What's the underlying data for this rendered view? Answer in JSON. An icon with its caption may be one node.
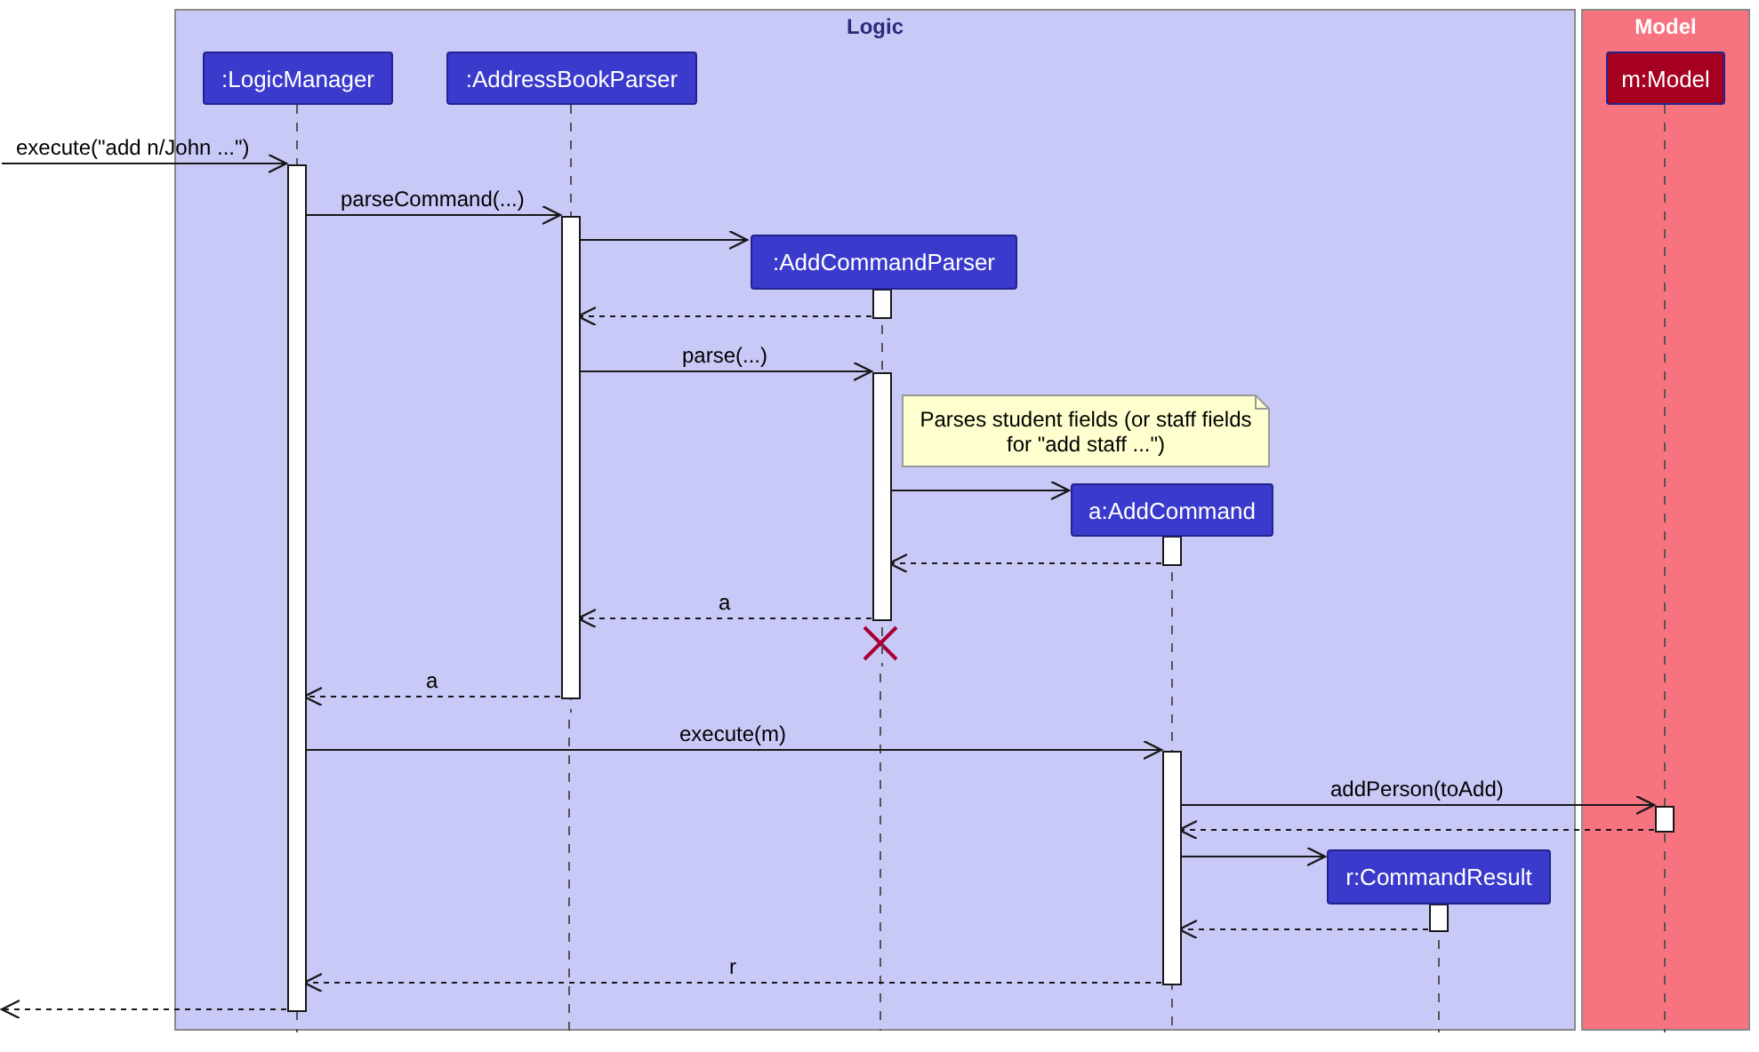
{
  "diagram": {
    "nodes": [
      {
        "text": [
          "Logic"
        ]
      },
      {
        "text": [
          "Model"
        ]
      },
      {
        "text": [
          ":LogicManager"
        ],
        "in": 0
      },
      {
        "text": [
          ":AddressBookParser"
        ],
        "in": 0
      },
      {
        "text": [
          ":AddCommandParser"
        ],
        "in": 0
      },
      {
        "text": [
          "Parses student fields (or staff fields for \"add staff ...\")"
        ],
        "in": 0
      },
      {
        "text": [
          "a:AddCommand"
        ],
        "in": 0
      },
      {
        "text": [
          "r:CommandResult"
        ],
        "in": 0
      },
      {
        "text": [
          "m:Model"
        ],
        "in": 1
      }
    ],
    "edges": [
      {
        "from": null,
        "to": 2,
        "arrow": "to",
        "label": "execute(\"add n/John ...\")"
      },
      {
        "from": 2,
        "to": 3,
        "arrow": "to",
        "label": "parseCommand(...)"
      },
      {
        "from": 3,
        "to": 4,
        "arrow": "to"
      },
      {
        "from": 4,
        "to": 3,
        "arrow": "to",
        "style": "dashed"
      },
      {
        "from": 3,
        "to": 4,
        "arrow": "to",
        "label": "parse(...)"
      },
      {
        "from": 4,
        "to": 6,
        "arrow": "to"
      },
      {
        "from": 6,
        "to": 4,
        "arrow": "to",
        "style": "dashed"
      },
      {
        "from": 4,
        "to": 3,
        "arrow": "to",
        "label": "a",
        "style": "dashed"
      },
      {
        "from": 3,
        "to": 2,
        "arrow": "to",
        "label": "a",
        "style": "dashed"
      },
      {
        "from": 2,
        "to": 6,
        "arrow": "to",
        "label": "execute(m)"
      },
      {
        "from": 6,
        "to": 8,
        "arrow": "to",
        "label": "addPerson(toAdd)"
      },
      {
        "from": 8,
        "to": 6,
        "arrow": "to",
        "style": "dashed"
      },
      {
        "from": 6,
        "to": 7,
        "arrow": "to"
      },
      {
        "from": 7,
        "to": 6,
        "arrow": "to",
        "style": "dashed"
      },
      {
        "from": 6,
        "to": 2,
        "arrow": "to",
        "label": "r",
        "style": "dashed"
      },
      {
        "from": 2,
        "to": null,
        "arrow": "to",
        "style": "dashed"
      }
    ]
  }
}
